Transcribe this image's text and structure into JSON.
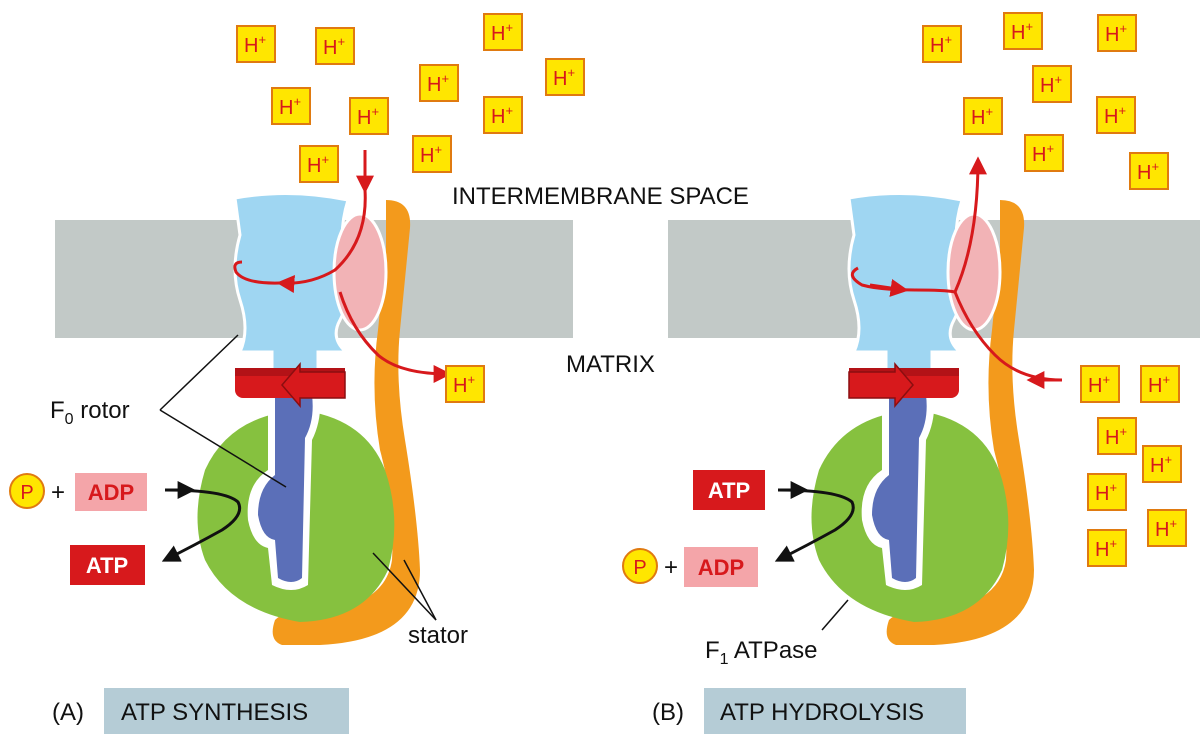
{
  "labels": {
    "intermembrane_space": "INTERMEMBRANE SPACE",
    "matrix": "MATRIX",
    "f0_rotor_main": "F",
    "f0_rotor_sub": "0",
    "f0_rotor_rest": " rotor",
    "stator": "stator",
    "f1_atpase_main": "F",
    "f1_atpase_sub": "1",
    "f1_atpase_rest": " ATPase"
  },
  "panels": {
    "a": {
      "letter": "(A)",
      "title": "ATP SYNTHESIS",
      "phosphate": "P",
      "plus": "+",
      "input": "ADP",
      "output": "ATP"
    },
    "b": {
      "letter": "(B)",
      "title": "ATP HYDROLYSIS",
      "phosphate": "P",
      "plus": "+",
      "input": "ATP",
      "output": "ADP"
    }
  },
  "proton": {
    "symbol": "H",
    "charge": "+"
  },
  "colors": {
    "membrane": "#c2c9c7",
    "f0_ring": "#9fd6f2",
    "rotor_shaft": "#5b6fb8",
    "f1_head": "#86c13f",
    "stator": "#f39a1c",
    "a_subunit": "#f2b3b6",
    "arrows": "#d7191c",
    "title_bg": "#b5ccd6"
  }
}
